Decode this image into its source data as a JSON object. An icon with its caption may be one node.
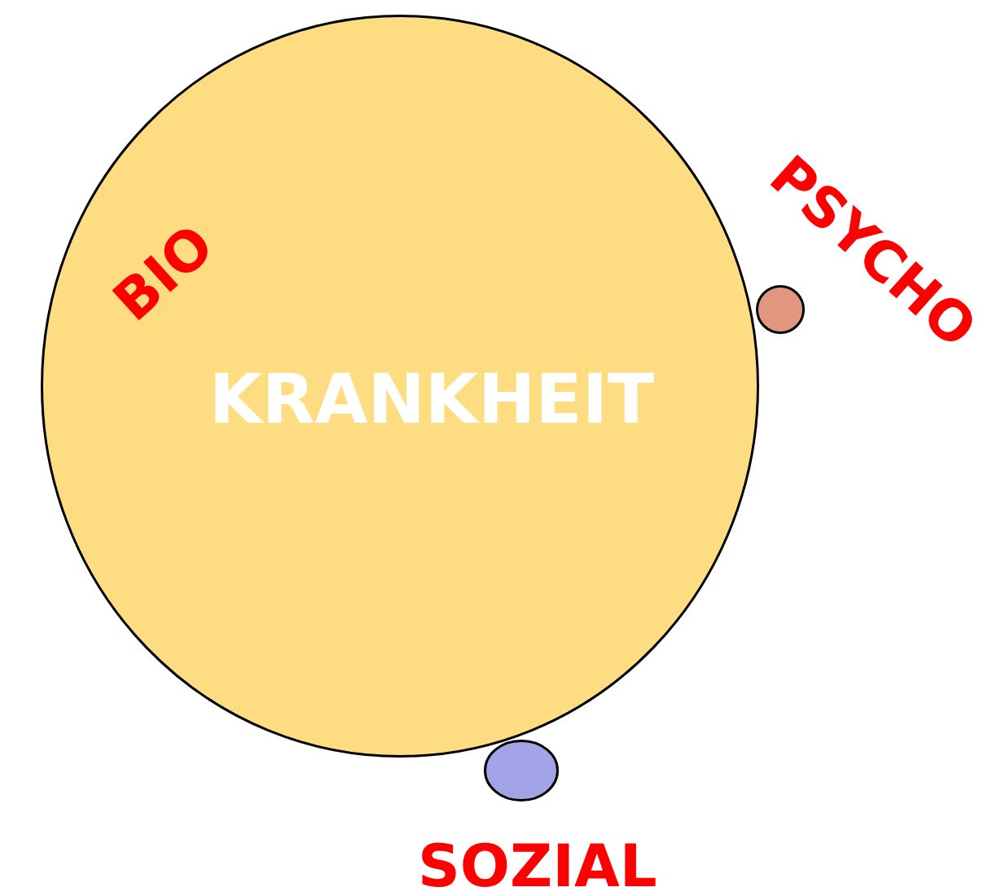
{
  "diagram": {
    "nodes": [
      {
        "text": [
          "KRANKHEIT"
        ]
      },
      {
        "text": [],
        "shape": "circle"
      },
      {
        "text": [],
        "shape": "circle"
      }
    ],
    "labels": [
      "BIO",
      "PSYCHO",
      "SOZIAL"
    ]
  }
}
